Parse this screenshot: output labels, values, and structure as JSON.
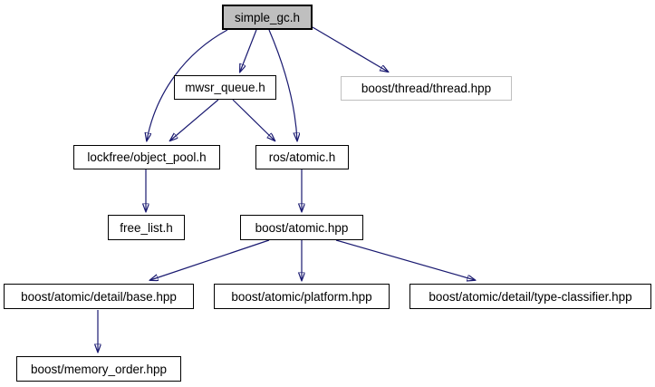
{
  "diagram": {
    "kind": "include-dependency-graph",
    "colors": {
      "background": "#ffffff",
      "edge": "#191970",
      "node_fill": "#ffffff",
      "node_border": "#000000",
      "current_node_fill": "#bfbfbf",
      "external_node_border": "#bfbfbf",
      "text": "#000000"
    },
    "nodes": [
      {
        "label": "simple_gc.h",
        "style": "current"
      },
      {
        "label": "mwsr_queue.h",
        "style": "normal"
      },
      {
        "label": "boost/thread/thread.hpp",
        "style": "external"
      },
      {
        "label": "lockfree/object_pool.h",
        "style": "normal"
      },
      {
        "label": "ros/atomic.h",
        "style": "normal"
      },
      {
        "label": "free_list.h",
        "style": "normal"
      },
      {
        "label": "boost/atomic.hpp",
        "style": "normal"
      },
      {
        "label": "boost/atomic/detail/base.hpp",
        "style": "normal"
      },
      {
        "label": "boost/atomic/platform.hpp",
        "style": "normal"
      },
      {
        "label": "boost/atomic/detail/type-classifier.hpp",
        "style": "normal"
      },
      {
        "label": "boost/memory_order.hpp",
        "style": "normal"
      }
    ],
    "edges": [
      {
        "from": "simple_gc.h",
        "to": "mwsr_queue.h"
      },
      {
        "from": "simple_gc.h",
        "to": "lockfree/object_pool.h"
      },
      {
        "from": "simple_gc.h",
        "to": "ros/atomic.h"
      },
      {
        "from": "simple_gc.h",
        "to": "boost/thread/thread.hpp"
      },
      {
        "from": "mwsr_queue.h",
        "to": "lockfree/object_pool.h"
      },
      {
        "from": "mwsr_queue.h",
        "to": "ros/atomic.h"
      },
      {
        "from": "lockfree/object_pool.h",
        "to": "free_list.h"
      },
      {
        "from": "ros/atomic.h",
        "to": "boost/atomic.hpp"
      },
      {
        "from": "boost/atomic.hpp",
        "to": "boost/atomic/detail/base.hpp"
      },
      {
        "from": "boost/atomic.hpp",
        "to": "boost/atomic/platform.hpp"
      },
      {
        "from": "boost/atomic.hpp",
        "to": "boost/atomic/detail/type-classifier.hpp"
      },
      {
        "from": "boost/atomic/detail/base.hpp",
        "to": "boost/memory_order.hpp"
      }
    ]
  }
}
